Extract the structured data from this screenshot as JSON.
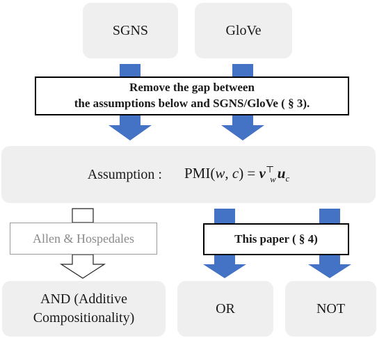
{
  "top": {
    "sgns": "SGNS",
    "glove": "GloVe"
  },
  "gap_box": {
    "line1": "Remove the gap between",
    "line2": "the assumptions below and SGNS/GloVe ( § 3)."
  },
  "assumption": {
    "label": "Assumption :",
    "pmi": "PMI(",
    "w": "w",
    "comma": ", ",
    "c": "c",
    "eq": ") = ",
    "v": "v",
    "v_sup": "⊤",
    "v_sub": "w",
    "u": "u",
    "u_sub": "c"
  },
  "allen": "Allen & Hospedales",
  "this_paper": "This paper ( § 4)",
  "bottom": {
    "and_line1": "AND (Additive",
    "and_line2": "Compositionality)",
    "or": "OR",
    "not": "NOT"
  },
  "colors": {
    "box_fill": "#efefef",
    "arrow_blue": "#4472c4"
  }
}
